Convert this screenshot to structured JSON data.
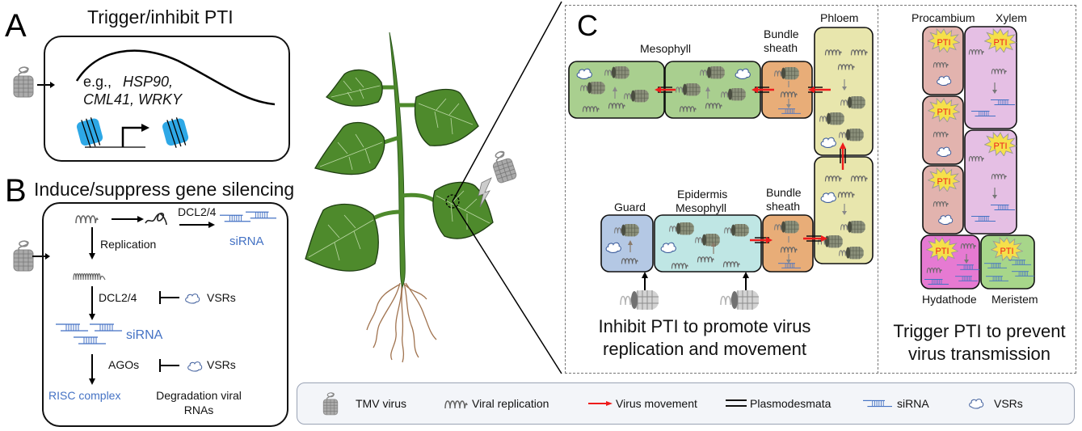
{
  "panel_a": {
    "letter": "A",
    "title": "Trigger/inhibit PTI",
    "genes_prefix": "e.g.,",
    "genes_line1": "HSP90,",
    "genes_line2": "CML41, WRKY"
  },
  "panel_b": {
    "letter": "B",
    "title": "Induce/suppress gene silencing",
    "dcl_top": "DCL2/4",
    "replication": "Replication",
    "sirna_top": "siRNA",
    "dcl_mid": "DCL2/4",
    "vsrs_1": "VSRs",
    "sirna_mid": "siRNA",
    "agos": "AGOs",
    "vsrs_2": "VSRs",
    "risc": "RISC complex",
    "degradation_line1": "Degradation viral",
    "degradation_line2": "RNAs"
  },
  "panel_c": {
    "letter": "C",
    "left": {
      "mesophyll": "Mesophyll",
      "bundle_sheath_top_1": "Bundle",
      "bundle_sheath_top_2": "sheath",
      "phloem": "Phloem",
      "guard": "Guard",
      "epidermis_1": "Epidermis",
      "epidermis_2": "Mesophyll",
      "bundle_sheath_bot_1": "Bundle",
      "bundle_sheath_bot_2": "sheath",
      "caption_1": "Inhibit PTI to promote virus",
      "caption_2": "replication and movement"
    },
    "right": {
      "procambium": "Procambium",
      "xylem": "Xylem",
      "hydathode": "Hydathode",
      "meristem": "Meristem",
      "pti": "PTI",
      "caption_1": "Trigger PTI to prevent",
      "caption_2": "virus transmission"
    }
  },
  "legend": {
    "items": [
      {
        "icon": "tmv-virus-icon",
        "label": "TMV virus"
      },
      {
        "icon": "viral-replication-icon",
        "label": "Viral replication"
      },
      {
        "icon": "virus-movement-arrow-icon",
        "label": "Virus movement"
      },
      {
        "icon": "plasmodesmata-icon",
        "label": "Plasmodesmata"
      },
      {
        "icon": "sirna-icon",
        "label": "siRNA"
      },
      {
        "icon": "vsrs-icon",
        "label": "VSRs"
      }
    ]
  },
  "colors": {
    "mesophyll": "#a9cf8f",
    "bundle_sheath": "#e8ad78",
    "phloem": "#e8e6ad",
    "guard": "#b4c8e4",
    "epidermis": "#bfe6e4",
    "procambium": "#e2b3ae",
    "xylem": "#e5bfe4",
    "hydathode": "#e67ad2",
    "meristem": "#a7d68a",
    "movement_arrow": "#ee1c1c",
    "sirna": "#4472c4",
    "leaf": "#4e8a2c"
  }
}
